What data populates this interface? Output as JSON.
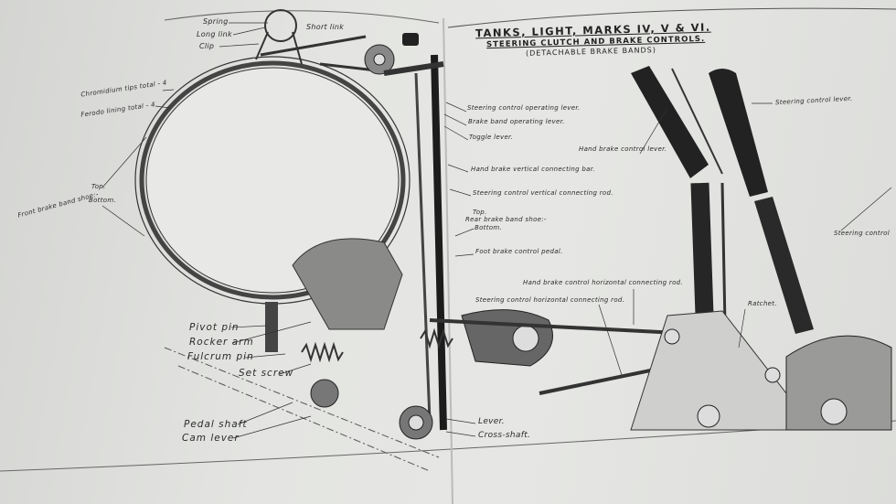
{
  "title": {
    "main": "TANKS, LIGHT, MARKS IV, V & VI.",
    "sub": "STEERING CLUTCH AND BRAKE CONTROLS.",
    "note": "(DETACHABLE BRAKE BANDS)"
  },
  "labels": {
    "spring": "Spring",
    "long_link": "Long link",
    "clip": "Clip",
    "short_link": "Short link",
    "chromium_tips": "Chromidium tips total - 4",
    "ferodo_lining": "Ferodo lining total - 4",
    "front_top": "Top.",
    "front_shoe": "Front brake band shoe:-",
    "front_bottom": "Bottom.",
    "steering_operating_lever": "Steering control operating lever.",
    "brake_band_operating_lever": "Brake band operating lever.",
    "toggle_lever": "Toggle lever.",
    "hand_brake_control_lever": "Hand brake control lever.",
    "steering_control_lever": "Steering control lever.",
    "hand_brake_vertical_bar": "Hand brake vertical connecting bar.",
    "steering_vertical_rod": "Steering control vertical connecting rod.",
    "rear_top": "Top.",
    "rear_shoe": "Rear brake band shoe:-",
    "rear_bottom": "Bottom.",
    "foot_brake_pedal": "Foot brake control pedal.",
    "steering_control_cut": "Steering control",
    "hand_brake_horizontal_rod": "Hand brake control horizontal connecting rod.",
    "steering_horizontal_rod": "Steering control horizontal connecting rod.",
    "ratchet": "Ratchet.",
    "pivot_pin": "Pivot pin",
    "rocker_arm": "Rocker arm",
    "fulcrum_pin": "Fulcrum pin",
    "set_screw": "Set screw",
    "pedal_shaft": "Pedal shaft",
    "cam_lever": "Cam lever",
    "lever": "Lever.",
    "cross_shaft": "Cross-shaft."
  }
}
